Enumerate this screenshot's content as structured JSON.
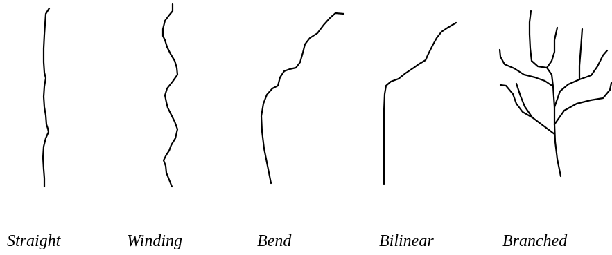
{
  "labels": {
    "straight": "Straight",
    "winding": "Winding",
    "bend": "Bend",
    "bilinear": "Bilinear",
    "branched": "Branched"
  },
  "colors": {
    "stroke": "#000000",
    "background": "#ffffff"
  }
}
